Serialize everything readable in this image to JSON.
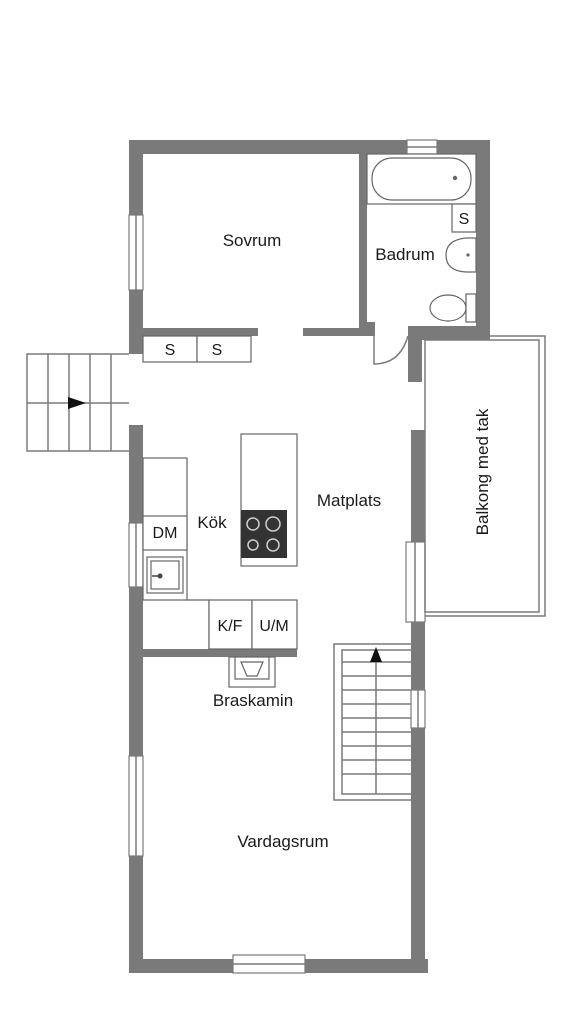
{
  "rooms": {
    "sovrum": "Sovrum",
    "badrum": "Badrum",
    "kok": "Kök",
    "matplats": "Matplats",
    "balkong": "Balkong med tak",
    "braskamin": "Braskamin",
    "vardagsrum": "Vardagsrum"
  },
  "fixtures": {
    "closet_1": "S",
    "closet_2": "S",
    "closet_bath": "S",
    "dishwasher": "DM",
    "fridge_freezer": "K/F",
    "oven_micro": "U/M"
  },
  "colors": {
    "wall": "#7a7a7a",
    "background": "#ffffff",
    "hob": "#333333",
    "arrow": "#111111"
  }
}
